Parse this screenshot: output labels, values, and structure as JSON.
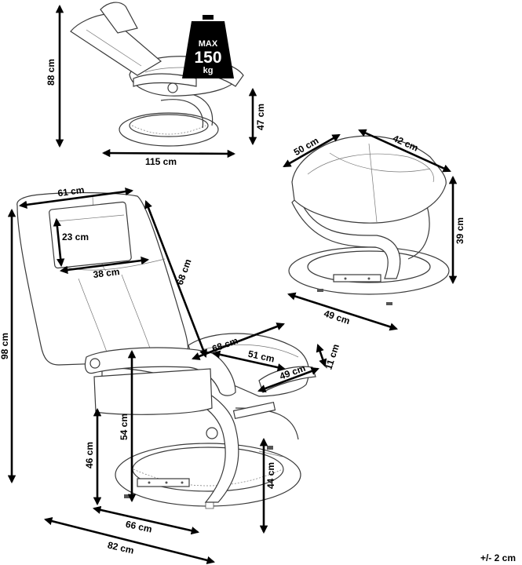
{
  "weight_badge": {
    "top": "MAX",
    "value": "150",
    "unit": "kg",
    "icon": "weight-icon"
  },
  "tolerance": "+/- 2 cm",
  "reclined_view": {
    "height": "88 cm",
    "depth": "115 cm",
    "base_height": "47 cm"
  },
  "footstool": {
    "depth": "50 cm",
    "width": "42 cm",
    "height": "39 cm",
    "base_width": "49 cm"
  },
  "chair": {
    "back_width": "61 cm",
    "headrest_height": "23 cm",
    "headrest_width": "38 cm",
    "back_height": "68 cm",
    "seat_depth": "68 cm",
    "seat_width_inner": "51 cm",
    "armrest_thickness": "11 cm",
    "seat_front_width": "49 cm",
    "total_height": "98 cm",
    "armrest_height": "54 cm",
    "seat_height": "46 cm",
    "base_height": "44 cm",
    "base_width": "66 cm",
    "total_width": "82 cm"
  }
}
